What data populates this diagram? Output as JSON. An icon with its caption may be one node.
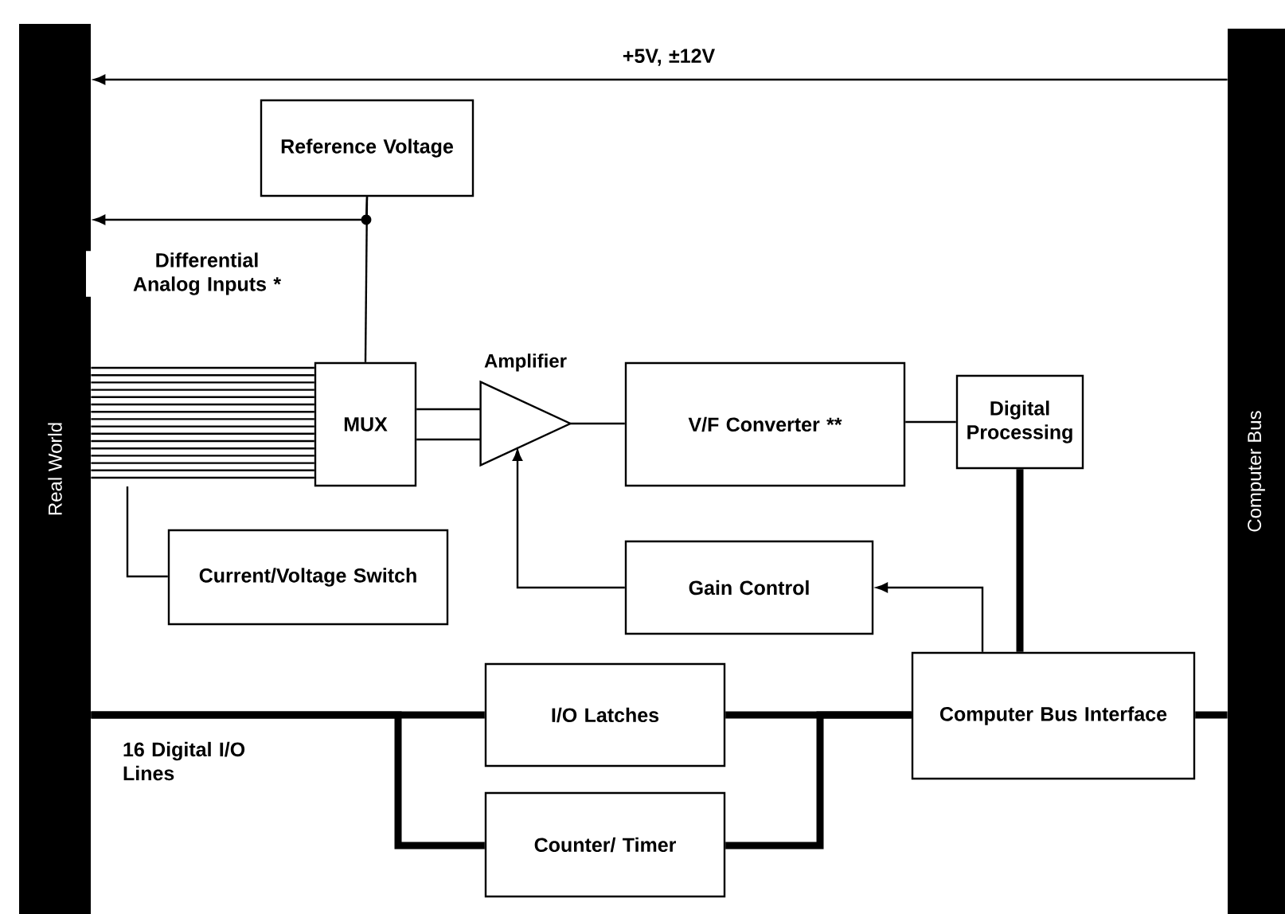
{
  "diagram": {
    "nodes": [
      {
        "text": [
          "Real World"
        ]
      },
      {
        "text": [
          "Computer Bus"
        ]
      },
      {
        "text": [
          "Reference Voltage"
        ]
      },
      {
        "text": [
          "MUX"
        ]
      },
      {
        "text": [
          "Amplifier"
        ]
      },
      {
        "text": [
          "V/F Converter **"
        ]
      },
      {
        "text": [
          "Digital Processing"
        ]
      },
      {
        "text": [
          "Current/Voltage Switch"
        ]
      },
      {
        "text": [
          "Gain Control"
        ]
      },
      {
        "text": [
          "Computer Bus Interface"
        ]
      },
      {
        "text": [
          "I/O Latches"
        ]
      },
      {
        "text": [
          "Counter/ Timer"
        ]
      }
    ],
    "edges": [
      {
        "from": 1,
        "to": 0,
        "arrow": "to",
        "label": "+5V, ±12V"
      },
      {
        "from": 2,
        "to": 0,
        "arrow": "to"
      },
      {
        "from": 2,
        "to": 3,
        "arrow": "none"
      },
      {
        "from": 0,
        "to": 3,
        "arrow": "none",
        "label": "Differential Analog Inputs *"
      },
      {
        "from": 3,
        "to": 4,
        "arrow": "none"
      },
      {
        "from": 4,
        "to": 5,
        "arrow": "none"
      },
      {
        "from": 5,
        "to": 6,
        "arrow": "none"
      },
      {
        "from": 6,
        "to": 9,
        "arrow": "none",
        "style": "thick"
      },
      {
        "from": 9,
        "to": 8,
        "arrow": "to"
      },
      {
        "from": 8,
        "to": 4,
        "arrow": "to"
      },
      {
        "from": null,
        "to": 7,
        "arrow": "none"
      },
      {
        "from": 0,
        "to": 10,
        "arrow": "none",
        "style": "thick",
        "label": "16 Digital I/O Lines"
      },
      {
        "from": 10,
        "to": 9,
        "arrow": "none",
        "style": "thick"
      },
      {
        "from": 11,
        "to": 9,
        "arrow": "none",
        "style": "thick"
      },
      {
        "from": 0,
        "to": 11,
        "arrow": "none",
        "style": "thick"
      },
      {
        "from": 9,
        "to": 1,
        "arrow": "none",
        "style": "thick"
      }
    ]
  }
}
